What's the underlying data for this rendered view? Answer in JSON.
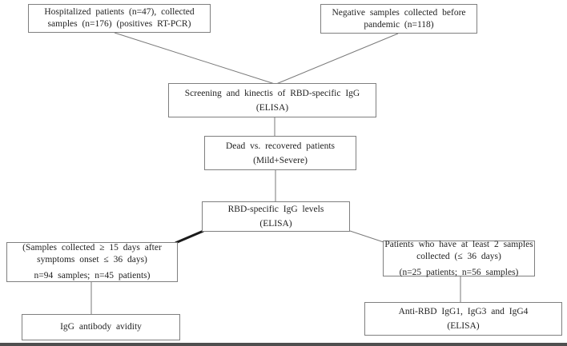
{
  "figure": {
    "type": "flowchart",
    "description": "Study design flowchart for RBD-specific IgG serology analyses"
  },
  "boxes": {
    "hospitalized": {
      "lines": [
        "Hospitalized patients (n=47), collected",
        "samples (n=176) (positives RT-PCR)"
      ]
    },
    "negative": {
      "lines": [
        "Negative samples collected before",
        "pandemic (n=118)"
      ]
    },
    "screening": {
      "lines": [
        "Screening and kinectis of RBD-specific IgG",
        "(ELISA)"
      ]
    },
    "dead_recovered": {
      "lines": [
        "Dead vs. recovered patients",
        "(Mild+Severe)"
      ]
    },
    "rbd_levels": {
      "lines": [
        "RBD-specific IgG levels",
        "(ELISA)"
      ]
    },
    "samples_collected": {
      "lines": [
        "(Samples collected ≥ 15 days after",
        "symptoms onset ≤ 36 days)",
        "n=94 samples; n=45 patients)"
      ]
    },
    "patients_two_samples": {
      "lines": [
        "Patients who have at least 2 samples",
        "collected (≤ 36 days)",
        "(n=25 patients; n=56 samples)"
      ]
    },
    "igg_avidity": {
      "lines": [
        "IgG antibody avidity"
      ]
    },
    "anti_rbd": {
      "lines": [
        "Anti-RBD IgG1, IgG3 and IgG4",
        "(ELISA)"
      ]
    }
  },
  "colors": {
    "background": "#ffffff",
    "box_border": "#7f7f7f",
    "connector": "#7a7a7a",
    "connector_bold": "#1a1a1a",
    "text": "#1f1f1f",
    "bottom_bar": "#4f4f4f"
  }
}
